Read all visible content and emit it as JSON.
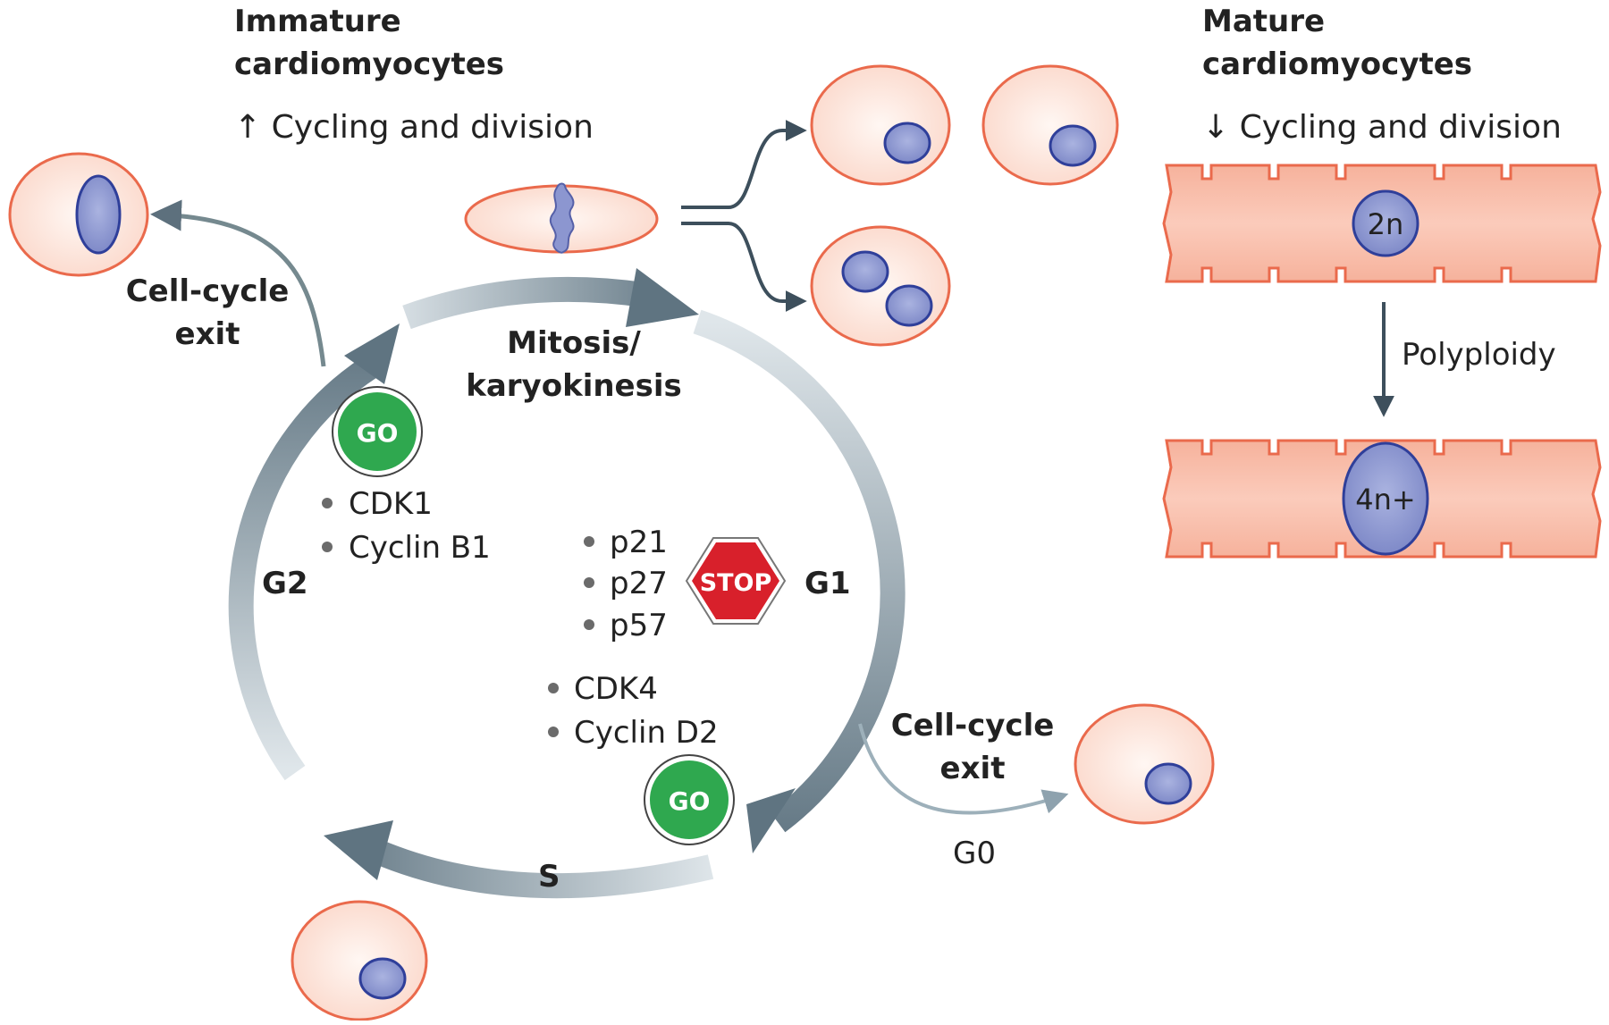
{
  "header_left": {
    "title_line1": "Immature",
    "title_line2": "cardiomyocytes",
    "subtitle": "↑ Cycling and division"
  },
  "header_right": {
    "title_line1": "Mature",
    "title_line2": "cardiomyocytes",
    "subtitle": "↓ Cycling and division"
  },
  "cycle": {
    "mitosis_line1": "Mitosis/",
    "mitosis_line2": "karyokinesis",
    "g1": "G1",
    "g2": "G2",
    "s": "S"
  },
  "exits": {
    "top_line1": "Cell-cycle",
    "top_line2": "exit",
    "right_line1": "Cell-cycle",
    "right_line2": "exit",
    "g0": "G0"
  },
  "regulators": {
    "g2": [
      "CDK1",
      "Cyclin B1"
    ],
    "inhibitors": [
      "p21",
      "p27",
      "p57"
    ],
    "g1": [
      "CDK4",
      "Cyclin D2"
    ],
    "go_label": "GO",
    "stop_label": "STOP"
  },
  "mature": {
    "ploidy_top": "2n",
    "ploidy_bottom": "4n+",
    "polyploidy": "Polyploidy"
  },
  "colors": {
    "cell_fill": "#fde3d9",
    "cell_stroke": "#ea6a4c",
    "nucleus_fill": "#8c96d0",
    "nucleus_stroke": "#2f3f9a",
    "arrow_dark": "#5d707d",
    "go_green": "#2fa84f",
    "stop_red": "#d8202b"
  }
}
